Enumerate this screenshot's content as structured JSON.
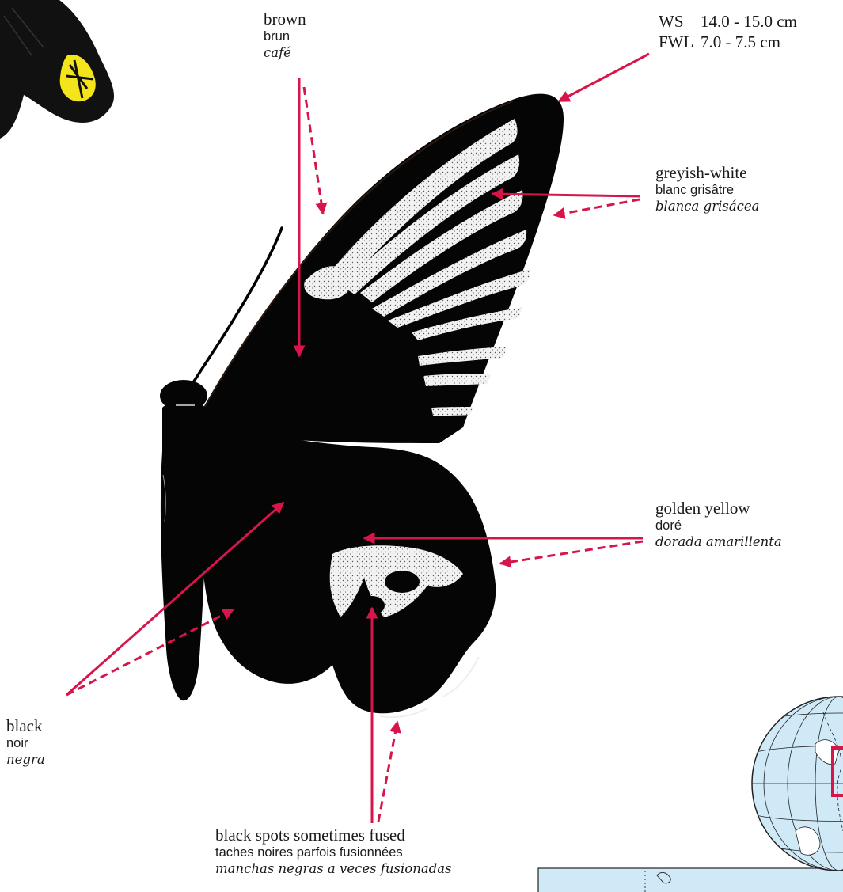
{
  "measurements": {
    "wingspan_label": "WS",
    "wingspan_value": "14.0 - 15.0 cm",
    "forewing_label": "FWL",
    "forewing_value": "7.0 - 7.5 cm"
  },
  "labels": {
    "brown": {
      "en": "brown",
      "fr": "brun",
      "es": "café"
    },
    "greyish_white": {
      "en": "greyish-white",
      "fr": "blanc grisâtre",
      "es": "blanca grisácea"
    },
    "golden_yellow": {
      "en": "golden yellow",
      "fr": "doré",
      "es": "dorada amarillenta"
    },
    "black": {
      "en": "black",
      "fr": "noir",
      "es": "negra"
    },
    "black_spots": {
      "en": "black spots sometimes fused",
      "fr": "taches noires parfois fusionnées",
      "es": "manchas negras a veces fusionadas"
    }
  },
  "colors": {
    "pointer": "#d8154a",
    "wing": "#050505",
    "pale_patch": "#f4f4f4",
    "inset_yellow": "#f4e41c",
    "globe_ocean": "#cfe9f7",
    "map_frame": "#d8154a"
  }
}
